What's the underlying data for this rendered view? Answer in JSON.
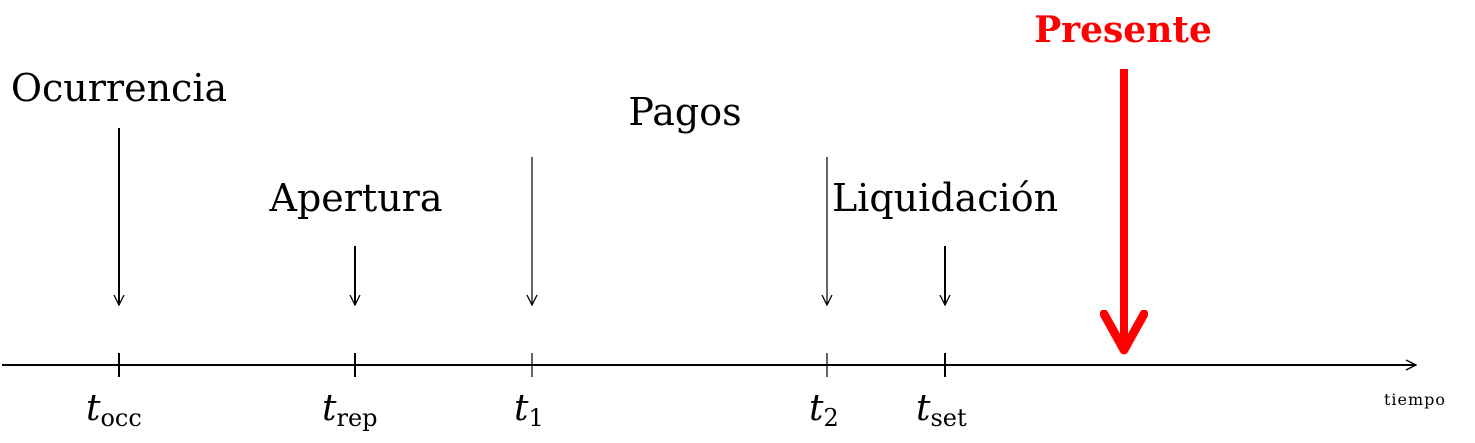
{
  "axis": {
    "label": "tiempo"
  },
  "events": {
    "ocurrencia": "Ocurrencia",
    "apertura": "Apertura",
    "pagos": "Pagos",
    "liquidacion": "Liquidación"
  },
  "ticks": [
    {
      "main": "t",
      "sub": "occ"
    },
    {
      "main": "t",
      "sub": "rep"
    },
    {
      "main": "t",
      "sub": "1"
    },
    {
      "main": "t",
      "sub": "2"
    },
    {
      "main": "t",
      "sub": "set"
    }
  ],
  "present": {
    "label": "Presente",
    "color": "#ff0000"
  }
}
